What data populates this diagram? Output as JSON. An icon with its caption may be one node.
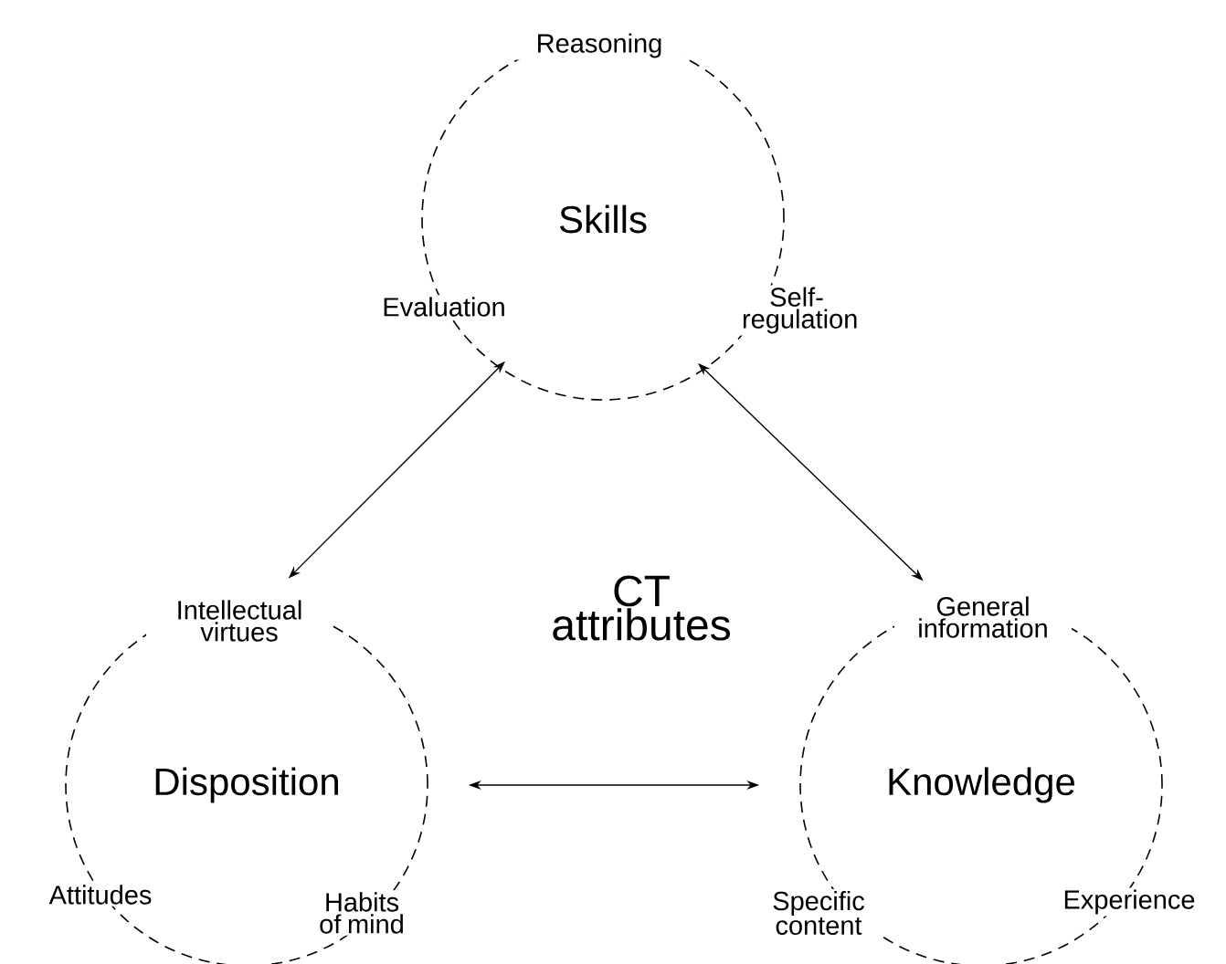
{
  "diagram": {
    "nodes": [
      {
        "text": [
          "Skills",
          "Reasoning",
          "Evaluation",
          "Self-regulation"
        ]
      },
      {
        "text": [
          "Disposition",
          "Intellectual virtues",
          "Attitudes",
          "Habits of mind"
        ]
      },
      {
        "text": [
          "Knowledge",
          "General information",
          "Specific content",
          "Experience"
        ]
      }
    ],
    "edges": [
      {
        "from": 0,
        "to": 1,
        "arrow": "both"
      },
      {
        "from": 0,
        "to": 2,
        "arrow": "both"
      },
      {
        "from": 1,
        "to": 2,
        "arrow": "both"
      }
    ],
    "labels": [
      "CT attributes"
    ]
  }
}
